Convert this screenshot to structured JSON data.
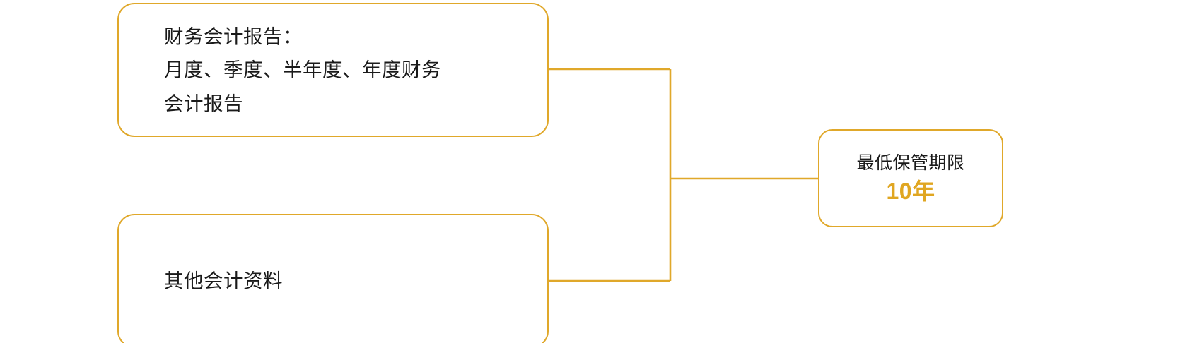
{
  "diagram": {
    "type": "bracket-flowchart",
    "accent_color": "#e0a82a",
    "value_color": "#e0a621",
    "text_color": "#1a1a1a",
    "background_color": "#ffffff",
    "nodes": {
      "report": {
        "lines": [
          "财务会计报告：",
          "月度、季度、半年度、年度财务",
          "会计报告"
        ]
      },
      "other": {
        "lines": [
          "其他会计资料"
        ]
      },
      "term": {
        "label": "最低保管期限",
        "value": "10年"
      }
    },
    "connector": {
      "icon": "bracket-connector-icon"
    }
  }
}
